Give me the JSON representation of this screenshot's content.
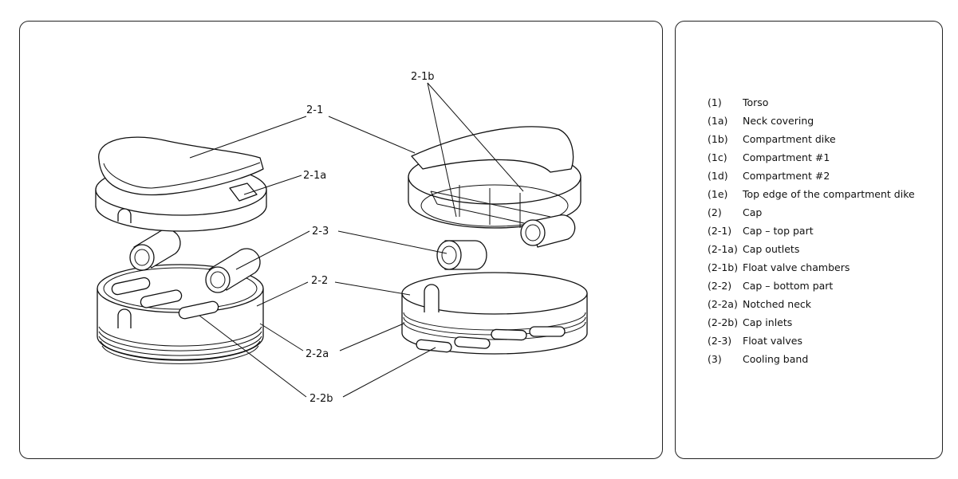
{
  "callouts": {
    "c_2_1": "2-1",
    "c_2_1a": "2-1a",
    "c_2_1b": "2-1b",
    "c_2_3": "2-3",
    "c_2_2": "2-2",
    "c_2_2a": "2-2a",
    "c_2_2b": "2-2b"
  },
  "legend": [
    {
      "code": "(1)",
      "label": "Torso"
    },
    {
      "code": "(1a)",
      "label": "Neck covering"
    },
    {
      "code": "(1b)",
      "label": "Compartment dike"
    },
    {
      "code": "(1c)",
      "label": "Compartment #1"
    },
    {
      "code": "(1d)",
      "label": "Compartment #2"
    },
    {
      "code": "(1e)",
      "label": "Top edge of the compartment dike"
    },
    {
      "code": "(2)",
      "label": "Cap"
    },
    {
      "code": "(2-1)",
      "label": "Cap – top part"
    },
    {
      "code": "(2-1a)",
      "label": "Cap outlets"
    },
    {
      "code": "(2-1b)",
      "label": "Float valve chambers"
    },
    {
      "code": "(2-2)",
      "label": "Cap – bottom part"
    },
    {
      "code": "(2-2a)",
      "label": "Notched neck"
    },
    {
      "code": "(2-2b)",
      "label": "Cap inlets"
    },
    {
      "code": "(2-3)",
      "label": "Float valves"
    },
    {
      "code": "(3)",
      "label": "Cooling band"
    }
  ]
}
